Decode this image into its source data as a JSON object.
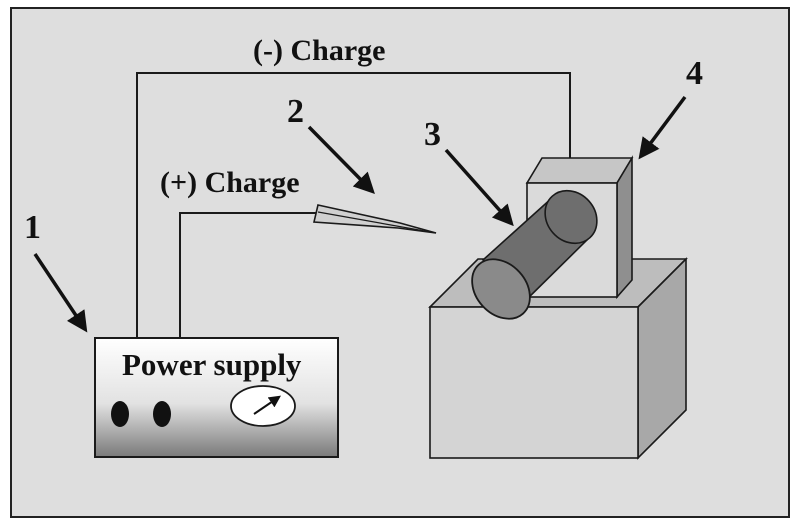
{
  "diagram": {
    "labels": {
      "negative_charge": "(-) Charge",
      "positive_charge": "(+) Charge",
      "power_supply": "Power supply",
      "num_1": "1",
      "num_2": "2",
      "num_3": "3",
      "num_4": "4"
    },
    "colors": {
      "background_panel": "#dedede",
      "border": "#222222",
      "wire": "#1a1a1a",
      "box_front": "#d4d4d4",
      "box_side": "#a8a8a8",
      "box_top": "#bdbdbd",
      "holder_front": "#dadada",
      "holder_side": "#8f8f8f",
      "roller_body": "#6e6e6e",
      "roller_end": "#8a8a8a",
      "needle": "#d0d0d0"
    },
    "icons": [
      "knob-icon",
      "meter-icon"
    ]
  }
}
